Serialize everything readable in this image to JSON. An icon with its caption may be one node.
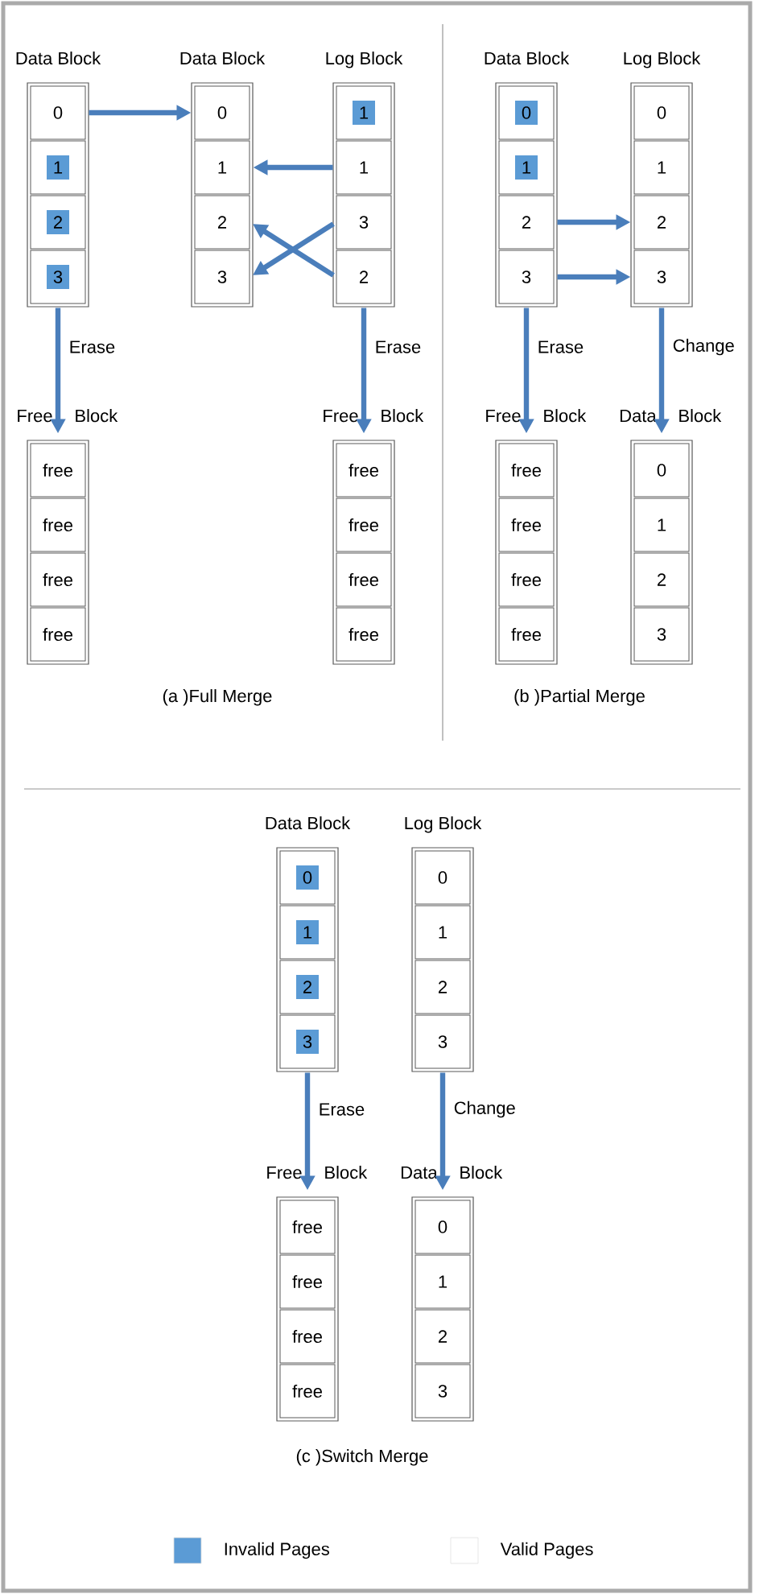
{
  "diagram": {
    "nodes": [
      {
        "text": [
          "Data Block"
        ]
      },
      {
        "text": [
          "0"
        ],
        "in": 0
      },
      {
        "text": [
          "1"
        ],
        "in": 0
      },
      {
        "text": [
          "2"
        ],
        "in": 0
      },
      {
        "text": [
          "3"
        ],
        "in": 0
      },
      {
        "text": [
          "Data Block"
        ]
      },
      {
        "text": [
          "0"
        ],
        "in": 5
      },
      {
        "text": [
          "1"
        ],
        "in": 5
      },
      {
        "text": [
          "2"
        ],
        "in": 5
      },
      {
        "text": [
          "3"
        ],
        "in": 5
      },
      {
        "text": [
          "Log Block"
        ]
      },
      {
        "text": [
          "1"
        ],
        "in": 10
      },
      {
        "text": [
          "1"
        ],
        "in": 10
      },
      {
        "text": [
          "3"
        ],
        "in": 10
      },
      {
        "text": [
          "2"
        ],
        "in": 10
      },
      {
        "text": [
          "Free",
          "Block"
        ]
      },
      {
        "text": [
          "free"
        ],
        "in": 15
      },
      {
        "text": [
          "free"
        ],
        "in": 15
      },
      {
        "text": [
          "free"
        ],
        "in": 15
      },
      {
        "text": [
          "free"
        ],
        "in": 15
      },
      {
        "text": [
          "Free",
          "Block"
        ]
      },
      {
        "text": [
          "free"
        ],
        "in": 20
      },
      {
        "text": [
          "free"
        ],
        "in": 20
      },
      {
        "text": [
          "free"
        ],
        "in": 20
      },
      {
        "text": [
          "free"
        ],
        "in": 20
      },
      {
        "text": [
          "Data Block"
        ]
      },
      {
        "text": [
          "0"
        ],
        "in": 25
      },
      {
        "text": [
          "1"
        ],
        "in": 25
      },
      {
        "text": [
          "2"
        ],
        "in": 25
      },
      {
        "text": [
          "3"
        ],
        "in": 25
      },
      {
        "text": [
          "Log Block"
        ]
      },
      {
        "text": [
          "0"
        ],
        "in": 30
      },
      {
        "text": [
          "1"
        ],
        "in": 30
      },
      {
        "text": [
          "2"
        ],
        "in": 30
      },
      {
        "text": [
          "3"
        ],
        "in": 30
      },
      {
        "text": [
          "Free",
          "Block"
        ]
      },
      {
        "text": [
          "free"
        ],
        "in": 35
      },
      {
        "text": [
          "free"
        ],
        "in": 35
      },
      {
        "text": [
          "free"
        ],
        "in": 35
      },
      {
        "text": [
          "free"
        ],
        "in": 35
      },
      {
        "text": [
          "Data",
          "Block"
        ]
      },
      {
        "text": [
          "0"
        ],
        "in": 40
      },
      {
        "text": [
          "1"
        ],
        "in": 40
      },
      {
        "text": [
          "2"
        ],
        "in": 40
      },
      {
        "text": [
          "3"
        ],
        "in": 40
      },
      {
        "text": [
          "Data Block"
        ]
      },
      {
        "text": [
          "0"
        ],
        "in": 45
      },
      {
        "text": [
          "1"
        ],
        "in": 45
      },
      {
        "text": [
          "2"
        ],
        "in": 45
      },
      {
        "text": [
          "3"
        ],
        "in": 45
      },
      {
        "text": [
          "Log Block"
        ]
      },
      {
        "text": [
          "0"
        ],
        "in": 50
      },
      {
        "text": [
          "1"
        ],
        "in": 50
      },
      {
        "text": [
          "2"
        ],
        "in": 50
      },
      {
        "text": [
          "3"
        ],
        "in": 50
      },
      {
        "text": [
          "Free",
          "Block"
        ]
      },
      {
        "text": [
          "free"
        ],
        "in": 55
      },
      {
        "text": [
          "free"
        ],
        "in": 55
      },
      {
        "text": [
          "free"
        ],
        "in": 55
      },
      {
        "text": [
          "free"
        ],
        "in": 55
      },
      {
        "text": [
          "Data",
          "Block"
        ]
      },
      {
        "text": [
          "0"
        ],
        "in": 60
      },
      {
        "text": [
          "1"
        ],
        "in": 60
      },
      {
        "text": [
          "2"
        ],
        "in": 60
      },
      {
        "text": [
          "3"
        ],
        "in": 60
      }
    ],
    "edges": [
      {
        "from": 1,
        "to": 6,
        "arrow": "to"
      },
      {
        "from": 12,
        "to": 7,
        "arrow": "to"
      },
      {
        "from": 13,
        "to": 9,
        "arrow": "to"
      },
      {
        "from": 14,
        "to": 8,
        "arrow": "to"
      },
      {
        "from": 0,
        "to": 15,
        "arrow": "to",
        "label": "Erase"
      },
      {
        "from": 10,
        "to": 20,
        "arrow": "to",
        "label": "Erase"
      },
      {
        "from": 28,
        "to": 33,
        "arrow": "to"
      },
      {
        "from": 29,
        "to": 34,
        "arrow": "to"
      },
      {
        "from": 25,
        "to": 35,
        "arrow": "to",
        "label": "Erase"
      },
      {
        "from": 30,
        "to": 40,
        "arrow": "to",
        "label": "Change"
      },
      {
        "from": 45,
        "to": 55,
        "arrow": "to",
        "label": "Erase"
      },
      {
        "from": 50,
        "to": 60,
        "arrow": "to",
        "label": "Change"
      }
    ],
    "labels": [
      "(a )Full Merge",
      "(b )Partial Merge",
      "(c )Switch Merge"
    ],
    "legend": [
      {
        "text": "Invalid Pages",
        "color": "#5b9bd5"
      },
      {
        "text": "Valid Pages",
        "color": "#ffffff"
      }
    ]
  }
}
